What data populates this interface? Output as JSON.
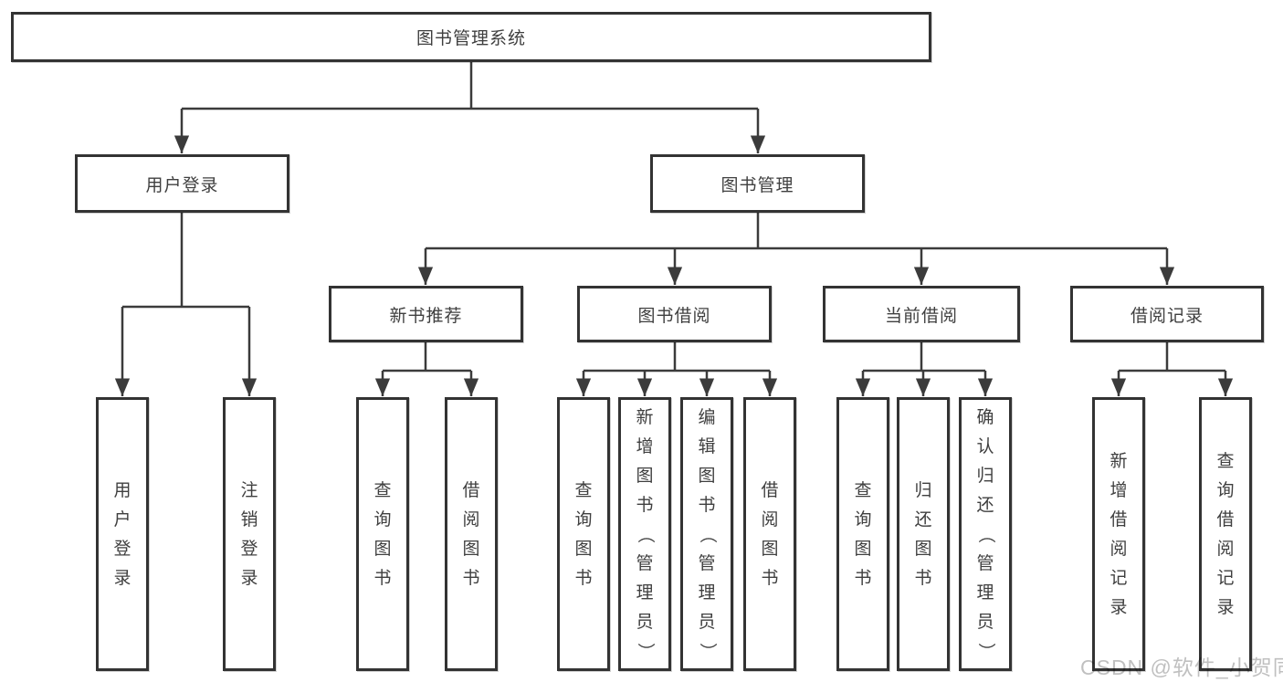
{
  "nodes": {
    "root": "图书管理系统",
    "user_login": "用户登录",
    "book_mgmt": "图书管理",
    "new_book_rec": "新书推荐",
    "book_borrow": "图书借阅",
    "current_borrow": "当前借阅",
    "borrow_records": "借阅记录",
    "ul_user_login": "用户登录",
    "ul_logout": "注销登录",
    "nb_query_book": "查询图书",
    "nb_borrow_book": "借阅图书",
    "bb_query_book": "查询图书",
    "bb_add_book": "新增图书（管理员）",
    "bb_edit_book": "编辑图书（管理员）",
    "bb_borrow_book": "借阅图书",
    "cb_query_book": "查询图书",
    "cb_return_book": "归还图书",
    "cb_confirm_return": "确认归还（管理员）",
    "br_add_record": "新增借阅记录",
    "br_query_record": "查询借阅记录"
  },
  "colors": {
    "line": "#3b3b3b",
    "border": "#333333",
    "text": "#3f3f3f",
    "watermark": "#b9b9b9"
  },
  "watermark": "CSDN @软件_小贺同学"
}
